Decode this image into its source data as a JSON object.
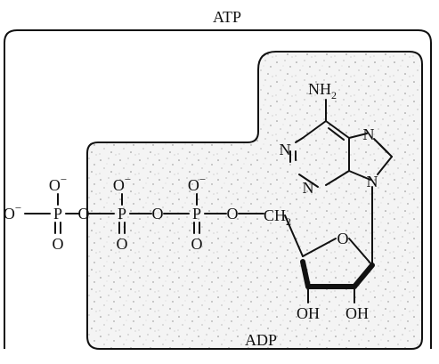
{
  "figure": {
    "atp_label": "ATP",
    "adp_label": "ADP"
  },
  "atoms": {
    "amine": "NH",
    "amine_sub": "2",
    "n1": "N",
    "n3": "N",
    "n7": "N",
    "n9": "N",
    "phosphorus": "P",
    "oxygen": "O",
    "oxygen_anion": "O",
    "charge": "−",
    "ring_oxygen": "O",
    "methylene": "CH",
    "methylene_sub": "2",
    "hydroxyl": "OH"
  },
  "colors": {
    "ink": "#111111",
    "speckle_fill": "#f3f3f3",
    "background": "#ffffff"
  }
}
